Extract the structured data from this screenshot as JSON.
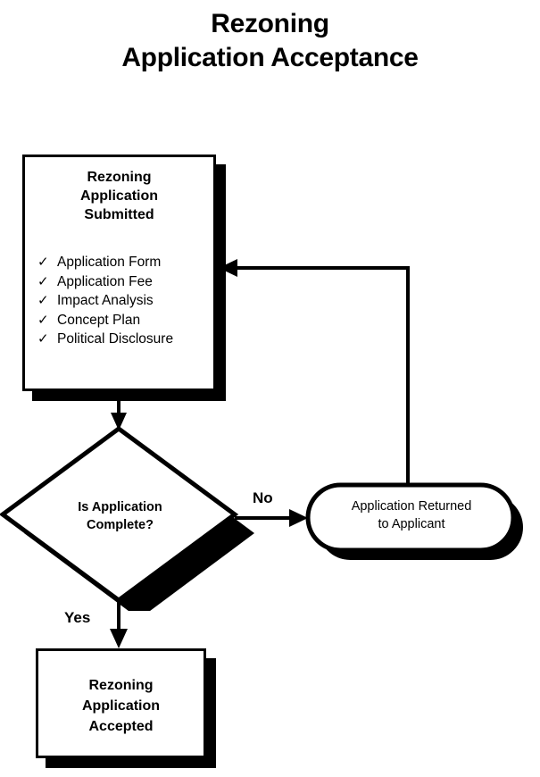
{
  "title": {
    "line1": "Rezoning",
    "line2": "Application Acceptance"
  },
  "nodes": {
    "submitted": {
      "type": "process",
      "heading": {
        "line1": "Rezoning",
        "line2": "Application",
        "line3": "Submitted"
      },
      "checklist": [
        {
          "mark": "✓",
          "label": "Application Form"
        },
        {
          "mark": "✓",
          "label": "Application Fee"
        },
        {
          "mark": "✓",
          "label": "Impact Analysis"
        },
        {
          "mark": "✓",
          "label": "Concept Plan"
        },
        {
          "mark": "✓",
          "label": "Political Disclosure"
        }
      ]
    },
    "decision": {
      "type": "decision",
      "line1": "Is Application",
      "line2": "Complete?"
    },
    "returned": {
      "type": "terminator",
      "line1": "Application Returned",
      "line2": "to Applicant"
    },
    "accepted": {
      "type": "process",
      "line1": "Rezoning",
      "line2": "Application",
      "line3": "Accepted"
    }
  },
  "edges": {
    "no_label": "No",
    "yes_label": "Yes"
  },
  "colors": {
    "ink": "#000000",
    "paper": "#ffffff",
    "shadow": "#000000"
  }
}
